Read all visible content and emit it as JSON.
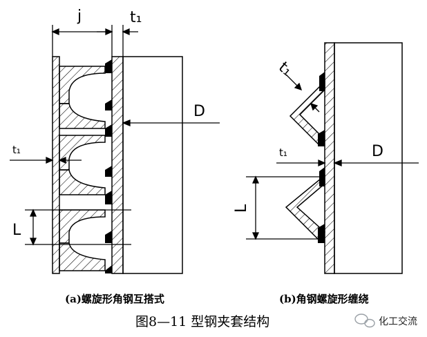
{
  "figure": {
    "title": "图8—11  型钢夹套结构",
    "watermark": "化工交流"
  },
  "panel_a": {
    "caption": "(a)螺旋形角钢互搭式",
    "labels": {
      "j": "j",
      "t1_top": "t₁",
      "t1_left": "t₁",
      "D": "D",
      "L": "L"
    }
  },
  "panel_b": {
    "caption": "(b)角钢螺旋形缠绕",
    "labels": {
      "t1_angle": "t₁",
      "t1_wall": "t₁",
      "D": "D",
      "L": "L"
    }
  },
  "colors": {
    "ink": "#000000",
    "background": "#ffffff",
    "watermark": "#9aa0a6"
  }
}
